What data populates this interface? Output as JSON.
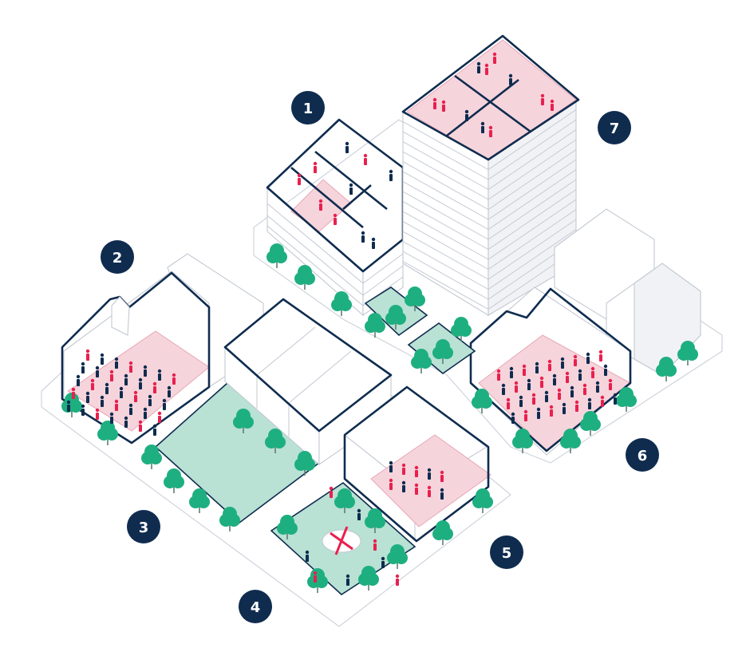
{
  "badges": [
    {
      "id": "1",
      "label": "1"
    },
    {
      "id": "2",
      "label": "2"
    },
    {
      "id": "3",
      "label": "3"
    },
    {
      "id": "4",
      "label": "4"
    },
    {
      "id": "5",
      "label": "5"
    },
    {
      "id": "6",
      "label": "6"
    },
    {
      "id": "7",
      "label": "7"
    }
  ],
  "colors": {
    "badge": "#0f2c4f",
    "outline": "#0f2c4f",
    "tree": "#1eaf80",
    "green_area": "#b9e1d4",
    "floor_pink": "#f6d4dc",
    "person_navy": "#0f2c4f",
    "person_red": "#e8204e"
  },
  "icons": [
    "tree-icon",
    "person-icon",
    "x-mark-icon"
  ]
}
